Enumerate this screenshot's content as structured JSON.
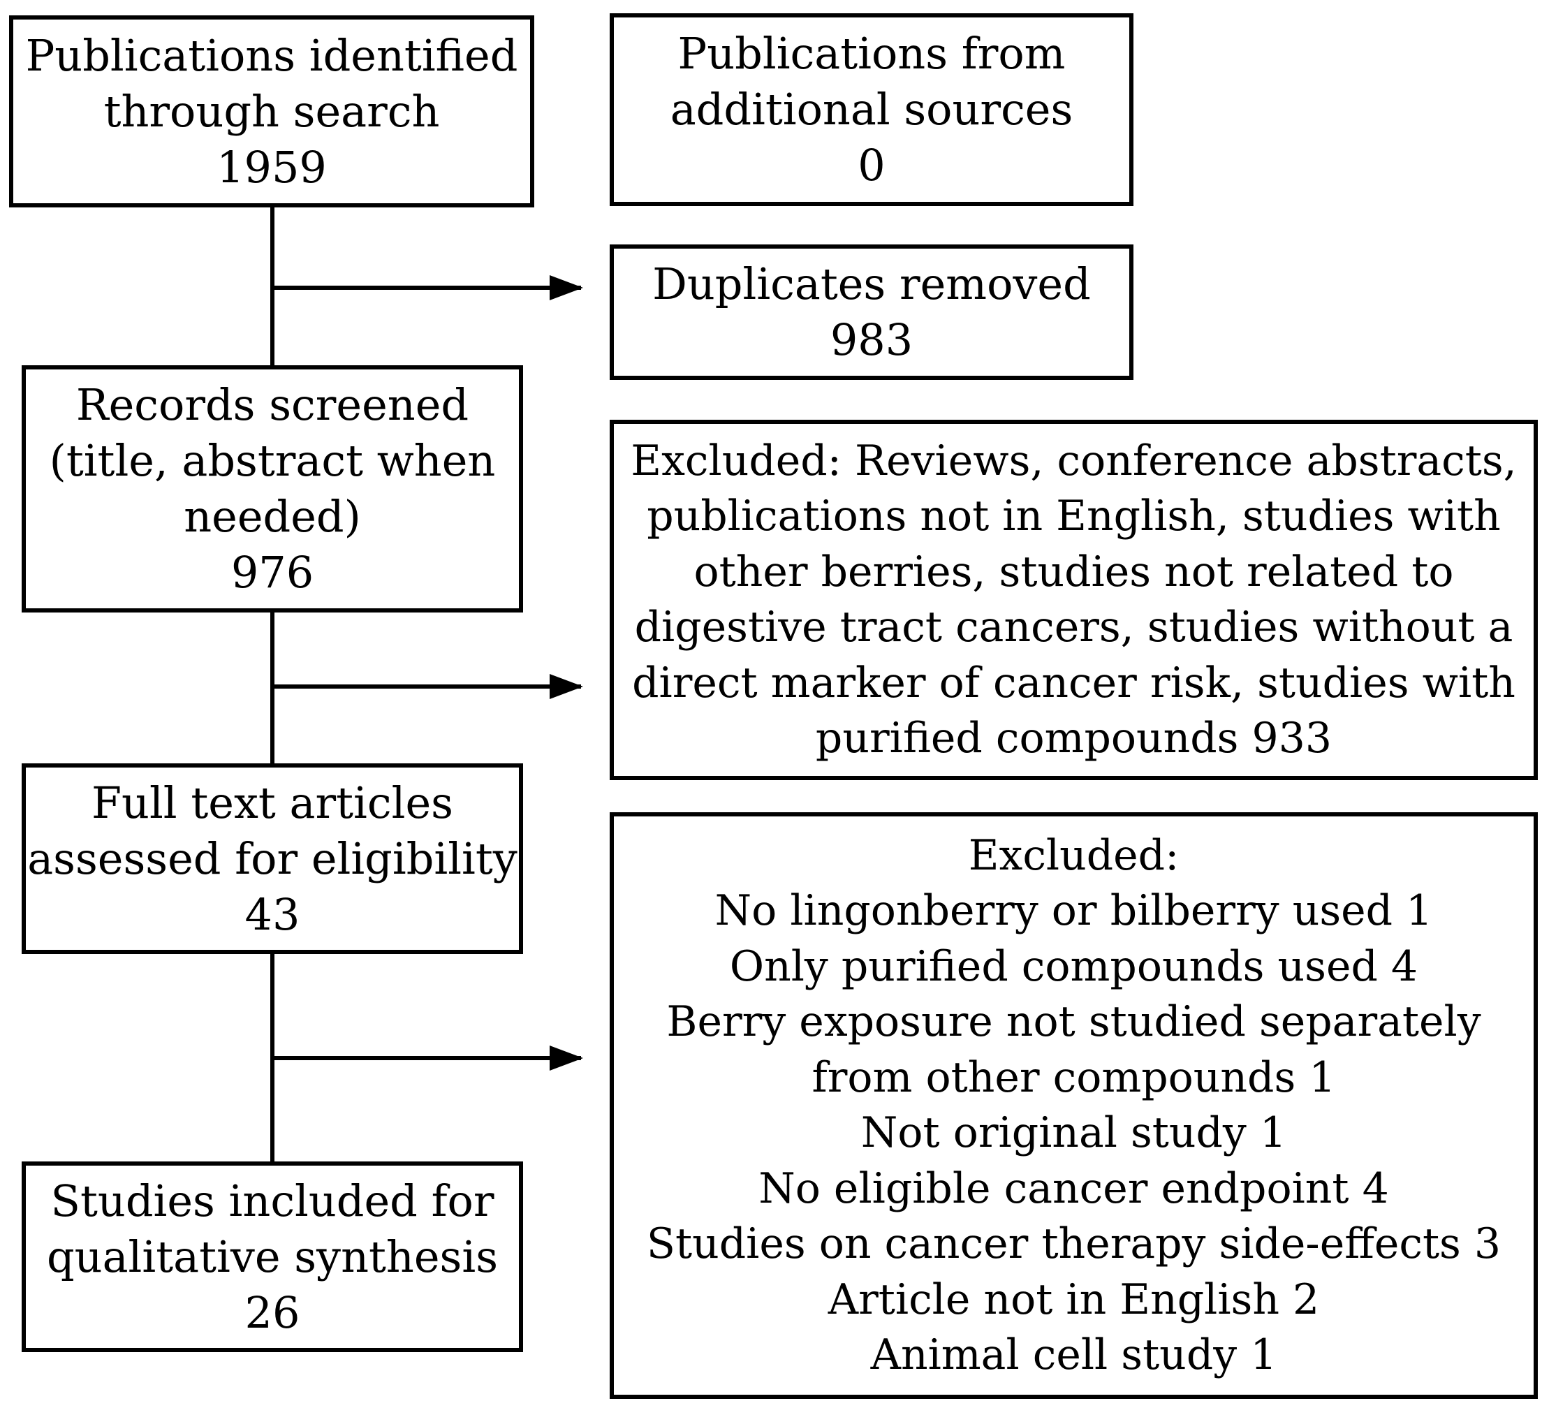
{
  "flowchart": {
    "identified": {
      "lines": [
        "Publications identified",
        "through search",
        "1959"
      ]
    },
    "additional": {
      "lines": [
        "Publications from",
        "additional sources",
        "0"
      ]
    },
    "duplicates": {
      "lines": [
        "Duplicates removed",
        "983"
      ]
    },
    "screened": {
      "lines": [
        "Records screened",
        "(title, abstract when",
        "needed)",
        "976"
      ]
    },
    "excluded_screening": {
      "lines": [
        "Excluded: Reviews, conference abstracts,",
        "publications not in English, studies with",
        "other berries, studies not related to",
        "digestive tract cancers, studies without a",
        "direct marker of cancer risk, studies with",
        "purified compounds 933"
      ]
    },
    "fulltext": {
      "lines": [
        "Full text articles",
        "assessed for eligibility",
        "43"
      ]
    },
    "excluded_fulltext": {
      "lines": [
        "Excluded:",
        "No lingonberry or bilberry used 1",
        "Only purified compounds used 4",
        "Berry exposure not studied separately",
        "from other compounds 1",
        "Not original study 1",
        "No eligible cancer endpoint 4",
        "Studies on cancer therapy side-effects 3",
        "Article not in English 2",
        "Animal cell study 1"
      ]
    },
    "included": {
      "lines": [
        "Studies included for",
        "qualitative synthesis",
        "26"
      ]
    }
  }
}
